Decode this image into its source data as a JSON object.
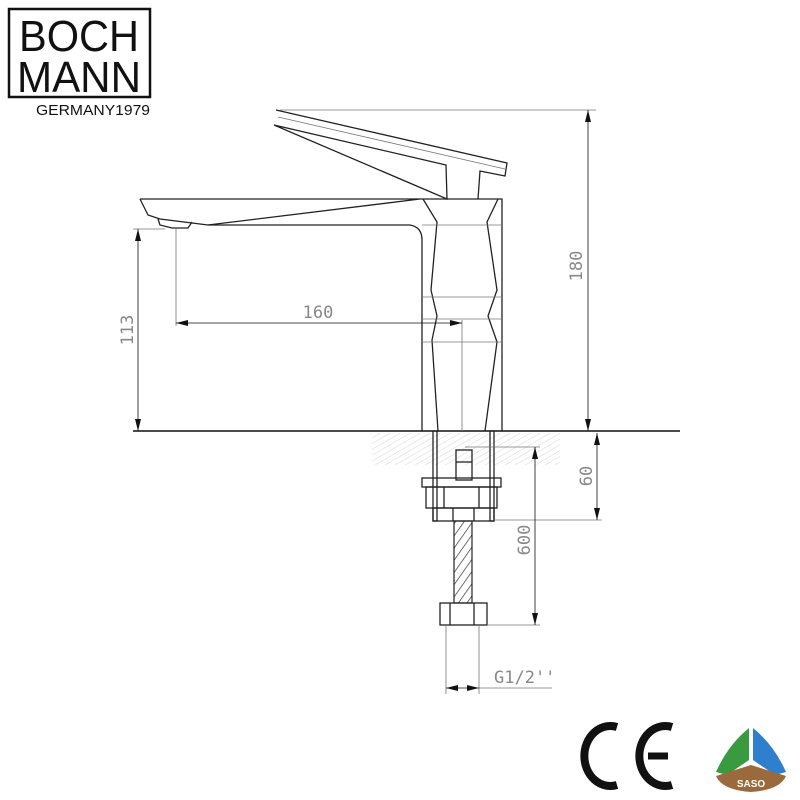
{
  "brand": {
    "line1": "BOCH",
    "line2": "MANN",
    "tagline": "GERMANY1979"
  },
  "dimensions": {
    "spout_height": "113",
    "spout_reach": "160",
    "total_height": "180",
    "shank_length": "60",
    "hose_length": "600",
    "connection": "G1/2''"
  },
  "certifications": {
    "ce": "CE",
    "saso": "SASO"
  },
  "colors": {
    "line": "#222222",
    "dim": "#888888",
    "saso_green": "#3a9a3f",
    "saso_blue": "#2f7fcf",
    "saso_brown": "#9a6a3c"
  }
}
